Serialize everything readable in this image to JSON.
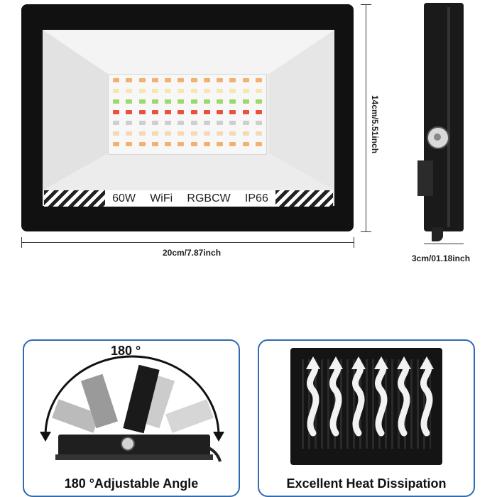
{
  "product": {
    "spec_items": [
      "60W",
      "WiFi",
      "RGBCW",
      "IP66"
    ]
  },
  "dimensions": {
    "height": "14cm/5.51inch",
    "width": "20cm/7.87inch",
    "depth": "3cm/01.18inch"
  },
  "features": [
    {
      "caption": "180 °Adjustable Angle",
      "angle_label": "180 °"
    },
    {
      "caption": "Excellent Heat Dissipation"
    }
  ],
  "colors": {
    "led_colors": [
      "#f3b16f",
      "#f6e6b2",
      "#9fd86a",
      "#e8523c",
      "#cfcfcf",
      "#f4d9b4"
    ],
    "frame": "#111111",
    "accent_border": "#2e6bb0"
  }
}
